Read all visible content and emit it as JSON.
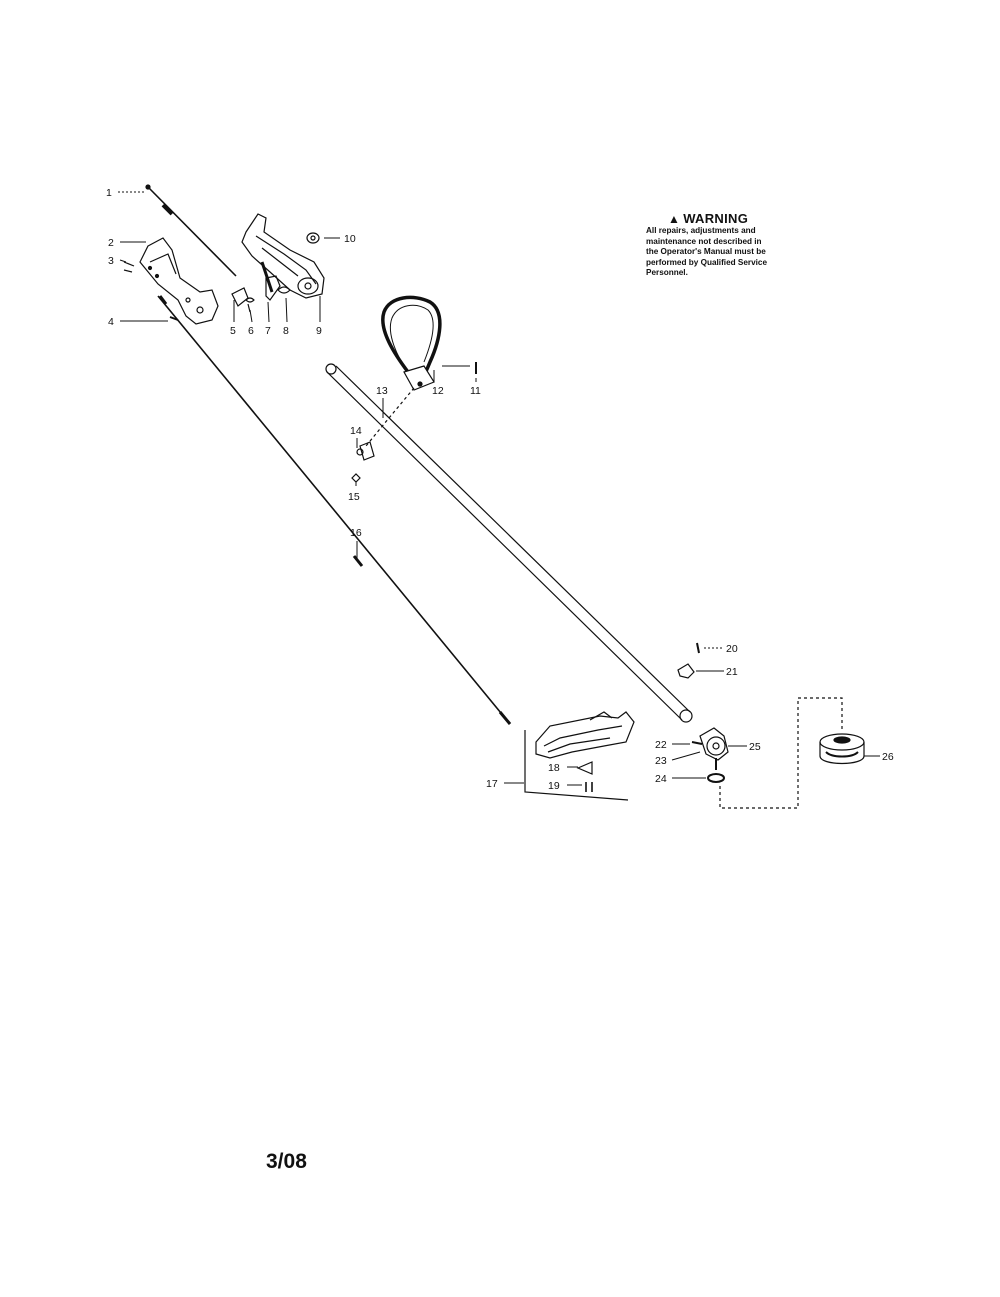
{
  "warning": {
    "title": "WARNING",
    "lines": [
      "All repairs, adjustments and",
      "maintenance not described in",
      "the Operator's Manual must be",
      "performed by Qualified Service",
      "Personnel."
    ]
  },
  "date": "3/08",
  "callouts": [
    "1",
    "2",
    "3",
    "4",
    "5",
    "6",
    "7",
    "8",
    "9",
    "10",
    "11",
    "12",
    "13",
    "14",
    "15",
    "16",
    "17",
    "18",
    "19",
    "20",
    "21",
    "22",
    "23",
    "24",
    "25",
    "26"
  ]
}
